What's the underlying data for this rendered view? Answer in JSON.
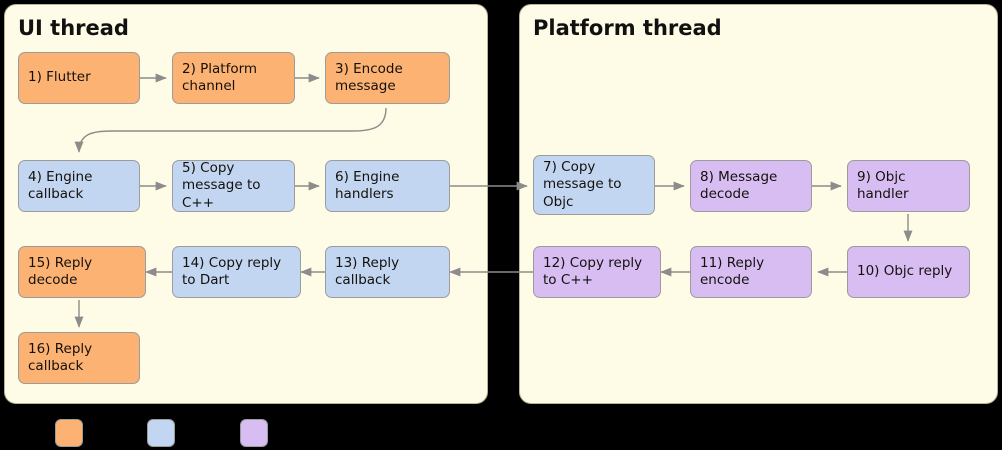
{
  "diagram": {
    "title_left": "UI thread",
    "title_right": "Platform thread",
    "colors": {
      "background": "#000000",
      "panel_fill": "#FEFBE6",
      "panel_stroke": "#B8B49A",
      "orange": "#FCB272",
      "blue": "#C3D6F1",
      "purple": "#D8BDF2",
      "node_stroke": "#9C9C9C",
      "edge": "#8C8C8C",
      "text": "#14110D"
    }
  },
  "panels": [
    {
      "name": "ui-thread",
      "title": "UI thread"
    },
    {
      "name": "platform-thread",
      "title": "Platform thread"
    }
  ],
  "nodes": [
    {
      "id": "n1",
      "label": "1) Flutter",
      "color": "orange",
      "panel": "ui-thread"
    },
    {
      "id": "n2",
      "label": "2) Platform\nchannel",
      "color": "orange",
      "panel": "ui-thread"
    },
    {
      "id": "n3",
      "label": "3) Encode\nmessage",
      "color": "orange",
      "panel": "ui-thread"
    },
    {
      "id": "n4",
      "label": "4) Engine\ncallback",
      "color": "blue",
      "panel": "ui-thread"
    },
    {
      "id": "n5",
      "label": "5) Copy\nmessage to C++",
      "color": "blue",
      "panel": "ui-thread"
    },
    {
      "id": "n6",
      "label": "6) Engine\nhandlers",
      "color": "blue",
      "panel": "ui-thread"
    },
    {
      "id": "n7",
      "label": "7) Copy\nmessage to\nObjc",
      "color": "blue",
      "panel": "platform-thread"
    },
    {
      "id": "n8",
      "label": "8) Message\ndecode",
      "color": "purple",
      "panel": "platform-thread"
    },
    {
      "id": "n9",
      "label": "9) Objc handler",
      "color": "purple",
      "panel": "platform-thread"
    },
    {
      "id": "n10",
      "label": "10) Objc reply",
      "color": "purple",
      "panel": "platform-thread"
    },
    {
      "id": "n11",
      "label": "11) Reply\nencode",
      "color": "purple",
      "panel": "platform-thread"
    },
    {
      "id": "n12",
      "label": "12) Copy reply\nto C++",
      "color": "purple",
      "panel": "platform-thread"
    },
    {
      "id": "n13",
      "label": "13) Reply\ncallback",
      "color": "blue",
      "panel": "ui-thread"
    },
    {
      "id": "n14",
      "label": "14) Copy reply\nto Dart",
      "color": "blue",
      "panel": "ui-thread"
    },
    {
      "id": "n15",
      "label": "15) Reply\ndecode",
      "color": "orange",
      "panel": "ui-thread"
    },
    {
      "id": "n16",
      "label": "16) Reply\ncallback",
      "color": "orange",
      "panel": "ui-thread"
    }
  ],
  "edges": [
    {
      "from": "n1",
      "to": "n2"
    },
    {
      "from": "n2",
      "to": "n3"
    },
    {
      "from": "n3",
      "to": "n4"
    },
    {
      "from": "n4",
      "to": "n5"
    },
    {
      "from": "n5",
      "to": "n6"
    },
    {
      "from": "n6",
      "to": "n7"
    },
    {
      "from": "n7",
      "to": "n8"
    },
    {
      "from": "n8",
      "to": "n9"
    },
    {
      "from": "n9",
      "to": "n10"
    },
    {
      "from": "n10",
      "to": "n11"
    },
    {
      "from": "n11",
      "to": "n12"
    },
    {
      "from": "n12",
      "to": "n13"
    },
    {
      "from": "n13",
      "to": "n14"
    },
    {
      "from": "n14",
      "to": "n15"
    },
    {
      "from": "n15",
      "to": "n16"
    }
  ],
  "legend": [
    {
      "color": "orange",
      "label": ""
    },
    {
      "color": "blue",
      "label": ""
    },
    {
      "color": "purple",
      "label": ""
    }
  ]
}
